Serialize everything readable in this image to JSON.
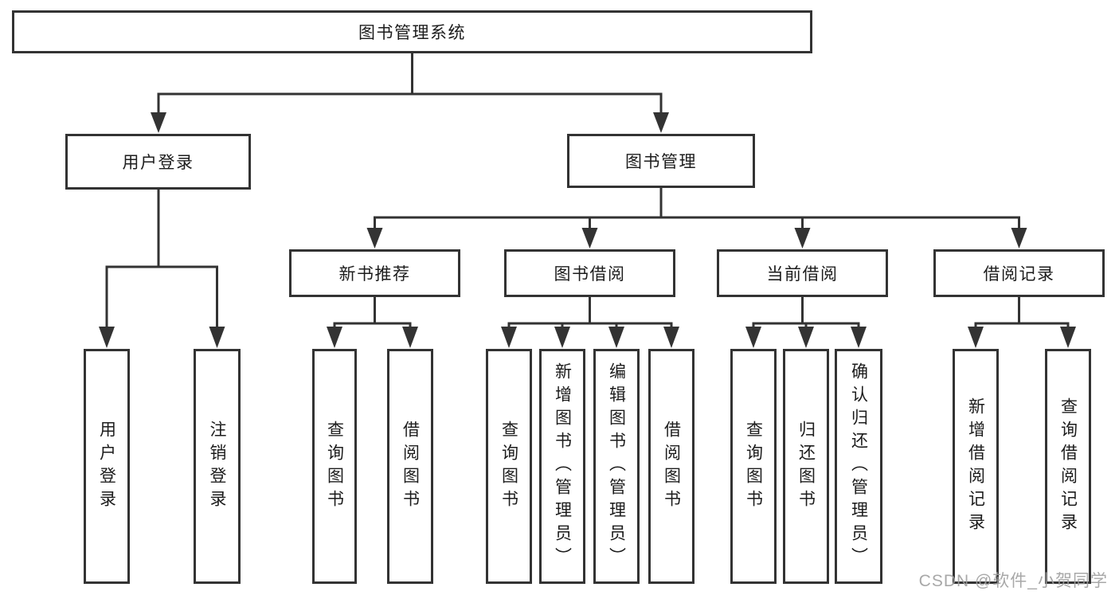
{
  "palette": {
    "line": "#333333",
    "box_border": "#333333",
    "box_background": "#ffffff",
    "text": "#1c1c1c",
    "watermark": "#9e9e9e"
  },
  "watermark": {
    "text": "CSDN @软件_小贺同学"
  },
  "tree": {
    "root": {
      "label": "图书管理系统"
    },
    "branches": [
      {
        "label": "用户登录",
        "leaves": [
          {
            "label": "用户登录"
          },
          {
            "label": "注销登录"
          }
        ]
      },
      {
        "label": "图书管理",
        "groups": [
          {
            "label": "新书推荐",
            "leaves": [
              {
                "label": "查询图书"
              },
              {
                "label": "借阅图书"
              }
            ]
          },
          {
            "label": "图书借阅",
            "leaves": [
              {
                "label": "查询图书"
              },
              {
                "label": "新增图书（管理员）"
              },
              {
                "label": "编辑图书（管理员）"
              },
              {
                "label": "借阅图书"
              }
            ]
          },
          {
            "label": "当前借阅",
            "leaves": [
              {
                "label": "查询图书"
              },
              {
                "label": "归还图书"
              },
              {
                "label": "确认归还（管理员）"
              }
            ]
          },
          {
            "label": "借阅记录",
            "leaves": [
              {
                "label": "新增借阅记录"
              },
              {
                "label": "查询借阅记录"
              }
            ]
          }
        ]
      }
    ]
  }
}
